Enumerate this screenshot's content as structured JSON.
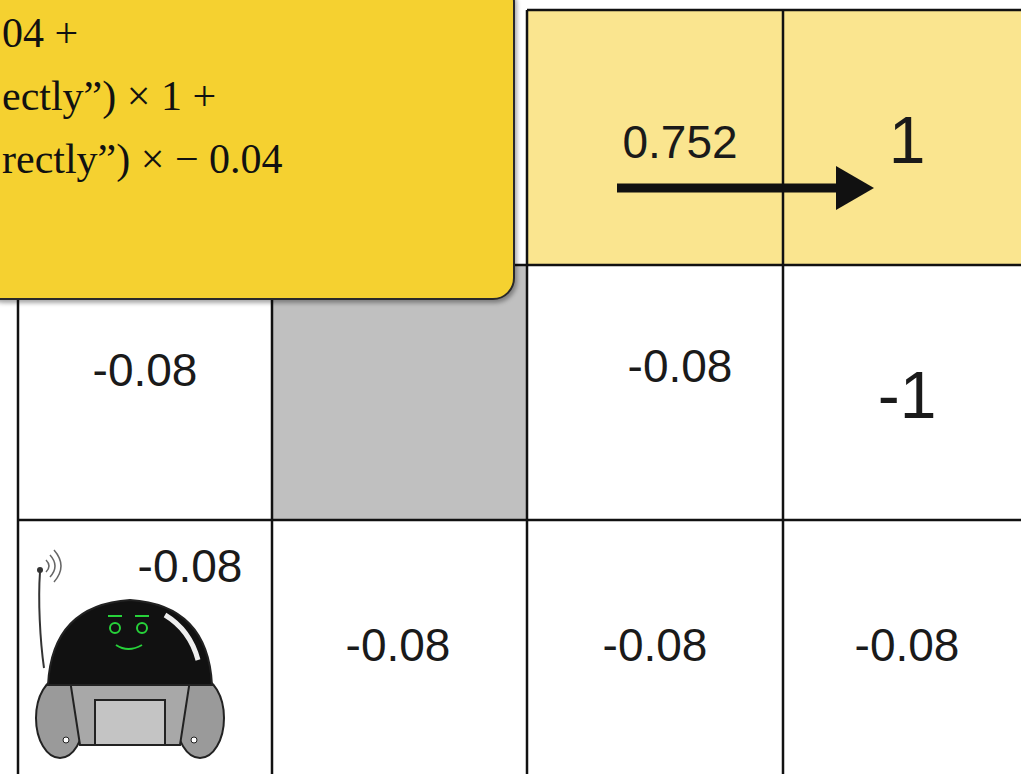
{
  "diagram": {
    "nodes": [
      {
        "text": [
          "04 +",
          "ectly”) × 1 +",
          "rectly”) × − 0.04"
        ]
      },
      {
        "text": [
          "0.752"
        ]
      },
      {
        "text": [
          "1"
        ]
      },
      {
        "text": [
          "-0.08"
        ]
      },
      {
        "text": [
          "-0.08"
        ]
      },
      {
        "text": [
          "-1"
        ]
      },
      {
        "text": [
          "-0.08"
        ]
      },
      {
        "text": [
          "-0.08"
        ]
      },
      {
        "text": [
          "-0.08"
        ]
      },
      {
        "text": [
          "-0.08"
        ]
      }
    ]
  }
}
